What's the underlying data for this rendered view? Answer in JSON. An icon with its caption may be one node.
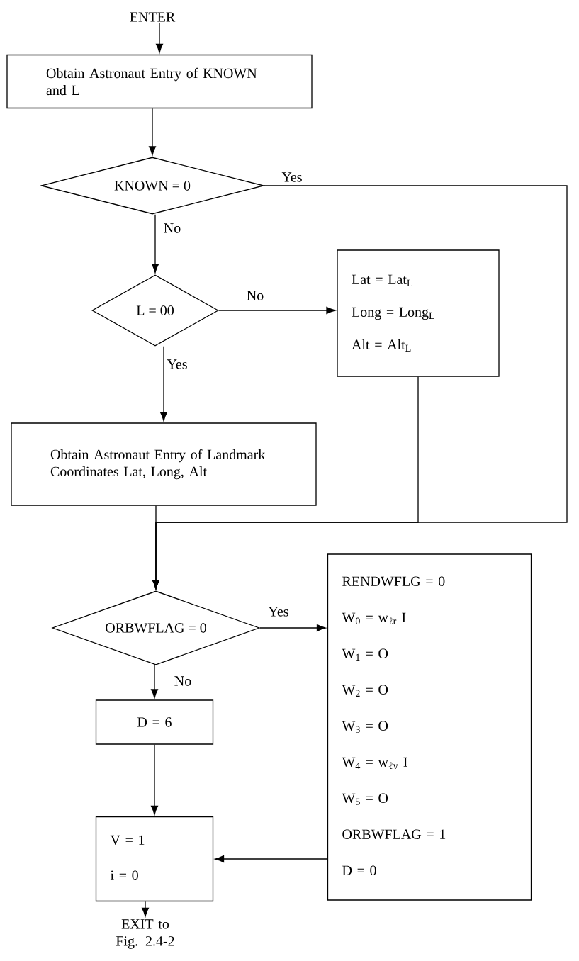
{
  "diagram": {
    "nodes": [
      {
        "text": [
          "ENTER"
        ]
      },
      {
        "text": [
          "Obtain Astronaut Entry of KNOWN and L"
        ]
      },
      {
        "text": [
          "KNOWN =  0"
        ]
      },
      {
        "text": [
          "L = 00"
        ]
      },
      {
        "text": [
          "Lat = Lat$_{L}$",
          "Long = Long$_{L}$",
          "Alt = Alt$_{L}$"
        ]
      },
      {
        "text": [
          "Obtain Astronaut Entry of Landmark Coordinates Lat, Long, Alt"
        ]
      },
      {
        "text": [
          "ORBWFLAG = 0"
        ]
      },
      {
        "text": [
          "D = 6"
        ]
      },
      {
        "text": [
          "RENDWFLG = 0",
          "W$_{0}$ = w$_{ℓr}$ I",
          "W$_{1}$ = O",
          "W$_{2}$ = O",
          "W$_{3}$ = O",
          "W$_{4}$ = w$_{ℓv}$ I",
          "W$_{5}$ = O",
          "ORBWFLAG = 1",
          "D = 0"
        ]
      },
      {
        "text": [
          "V = 1",
          "i = 0"
        ]
      },
      {
        "text": [
          "EXIT to Fig. 2.4-2"
        ]
      }
    ],
    "edges": [
      {
        "from": 0,
        "to": 1,
        "arrow": "to"
      },
      {
        "from": 1,
        "to": 2,
        "arrow": "to"
      },
      {
        "from": 2,
        "to": 6,
        "arrow": "to",
        "label": "Yes"
      },
      {
        "from": 2,
        "to": 3,
        "arrow": "to",
        "label": "No"
      },
      {
        "from": 3,
        "to": 4,
        "arrow": "to",
        "label": "No"
      },
      {
        "from": 3,
        "to": 5,
        "arrow": "to",
        "label": "Yes"
      },
      {
        "from": 4,
        "to": 6,
        "arrow": "to"
      },
      {
        "from": 5,
        "to": 6,
        "arrow": "to"
      },
      {
        "from": 6,
        "to": 8,
        "arrow": "to",
        "label": "Yes"
      },
      {
        "from": 6,
        "to": 7,
        "arrow": "to",
        "label": "No"
      },
      {
        "from": 7,
        "to": 9,
        "arrow": "to"
      },
      {
        "from": 8,
        "to": 9,
        "arrow": "to"
      },
      {
        "from": 9,
        "to": 10,
        "arrow": "to"
      }
    ]
  }
}
